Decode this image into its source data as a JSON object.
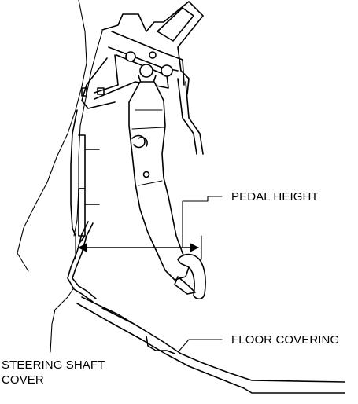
{
  "labels": {
    "pedal_height": "PEDAL HEIGHT",
    "floor_covering": "FLOOR COVERING",
    "steering_shaft_cover_line1": "STEERING SHAFT",
    "steering_shaft_cover_line2": "COVER"
  }
}
